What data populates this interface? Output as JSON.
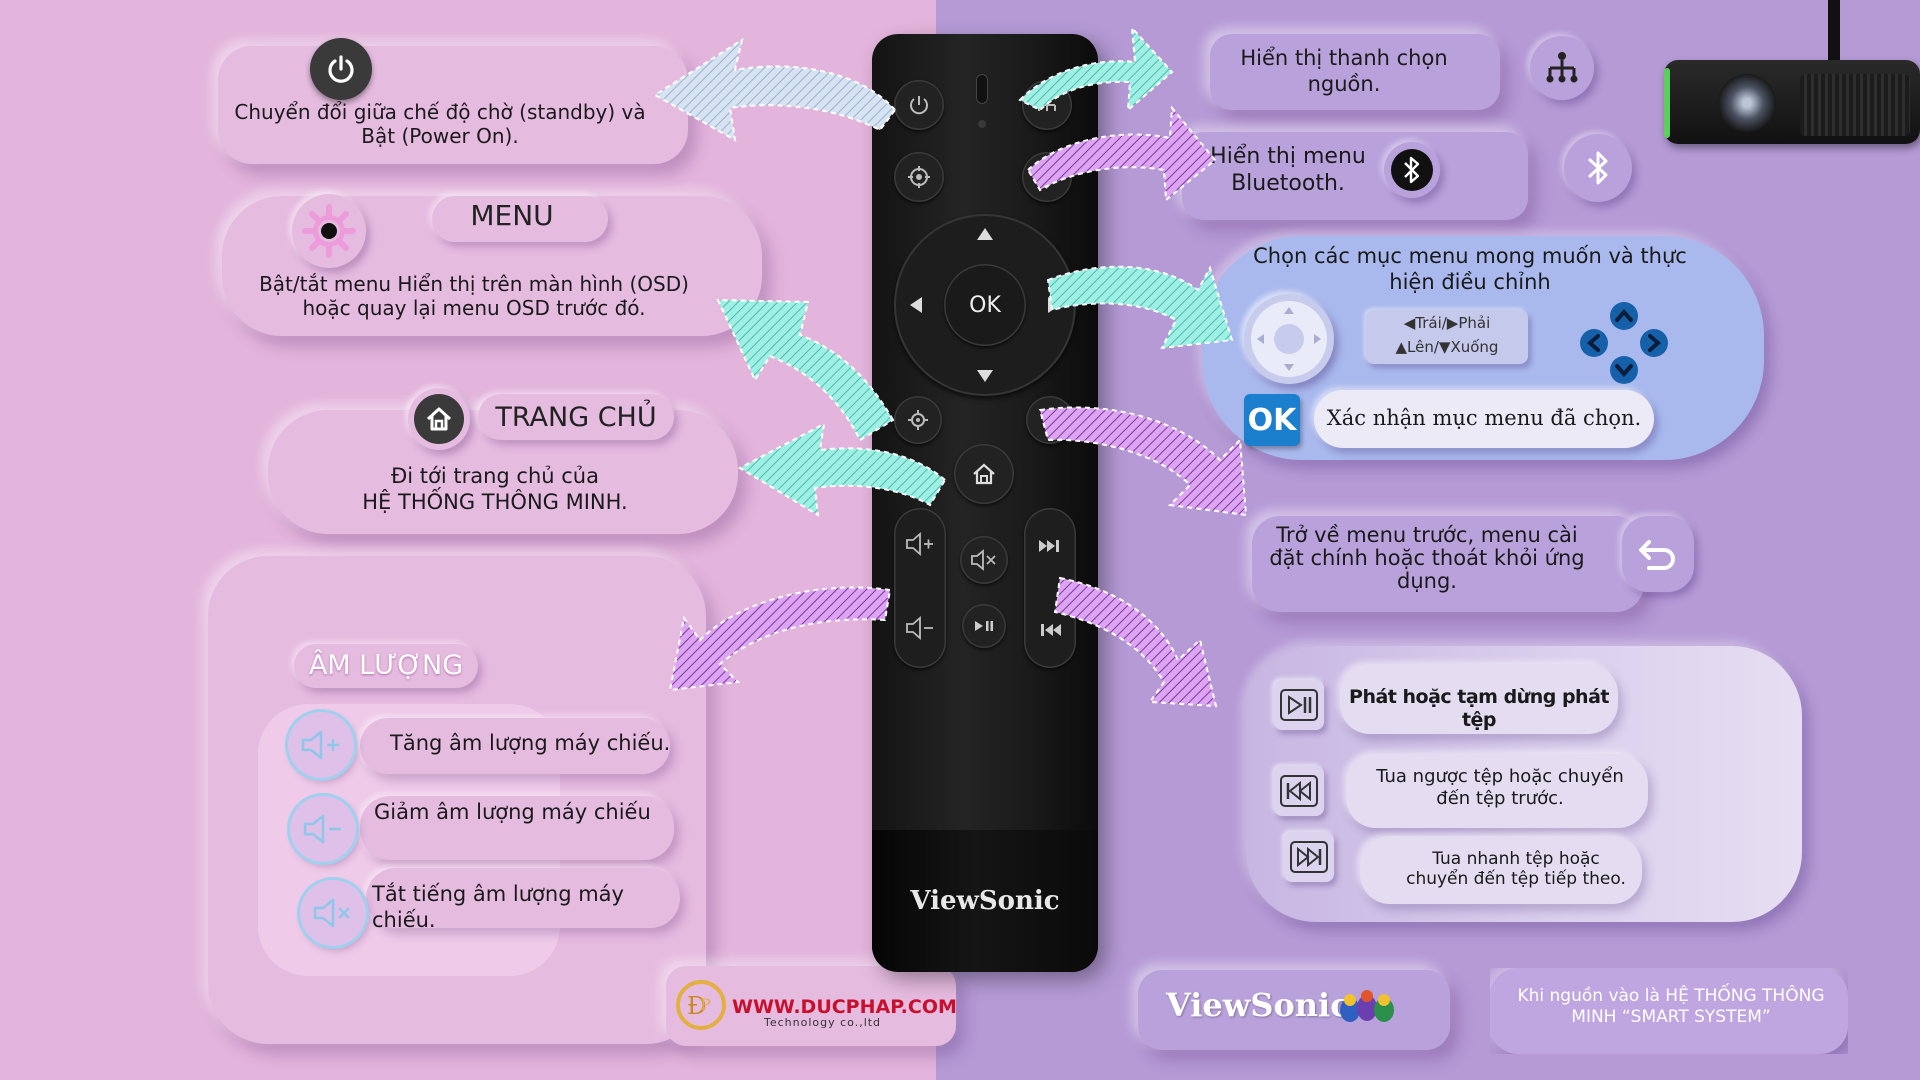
{
  "left": {
    "power_desc": "Chuyển đổi giữa chế độ chờ (standby) và Bật (Power On).",
    "menu_title": "MENU",
    "menu_desc": "Bật/tắt menu Hiển thị trên màn hình (OSD) hoặc quay lại menu OSD trước đó.",
    "home_title": "TRANG CHỦ",
    "home_desc_1": "Đi tới trang chủ của",
    "home_desc_2": "HỆ THỐNG THÔNG MINH.",
    "volume_title": "ÂM LƯỢNG",
    "vol_up": "Tăng âm lượng máy chiếu.",
    "vol_down": "Giảm âm lượng máy chiếu",
    "mute": "Tắt tiếng âm lượng máy chiếu."
  },
  "right": {
    "source_desc": "Hiển thị thanh chọn nguồn.",
    "bluetooth_desc": "Hiển thị menu Bluetooth.",
    "nav_desc": "Chọn các mục menu mong muốn và thực hiện điều chỉnh",
    "nav_legend_1": "◀Trái/▶Phải",
    "nav_legend_2": "▲Lên/▼Xuống",
    "ok_label": "OK",
    "ok_desc": "Xác nhận mục menu đã chọn.",
    "back_desc": "Trở về menu trước, menu cài đặt chính hoặc thoát khỏi ứng dụng.",
    "play_desc": "Phát hoặc tạm dừng phát tệp",
    "prev_desc": "Tua ngược tệp hoặc chuyển đến tệp trước.",
    "next_desc": "Tua nhanh tệp hoặc chuyển đến tệp tiếp theo.",
    "brand": "ViewSonic",
    "smart_note": "Khi nguồn vào là HỆ THỐNG THÔNG MINH “SMART SYSTEM”"
  },
  "remote": {
    "ok_label": "OK",
    "brand": "ViewSonic"
  },
  "footer": {
    "logo_url": "WWW.DUCPHAP.COM",
    "logo_sub": "Technology co.,ltd"
  },
  "colors": {
    "left_bg": "#e3b4dc",
    "right_bg": "#b59ad6",
    "nav_panel": "#a9b9ee",
    "arrow_cyan": "#9ff0e4",
    "arrow_purple": "#d89bf2",
    "accent_blue": "#1560a8"
  },
  "icons": [
    "power-icon",
    "gear-icon",
    "home-icon",
    "volume-up-icon",
    "volume-down-icon",
    "mute-icon",
    "source-icon",
    "bluetooth-icon",
    "dpad-icon",
    "back-icon",
    "play-pause-icon",
    "rewind-icon",
    "fast-forward-icon"
  ]
}
